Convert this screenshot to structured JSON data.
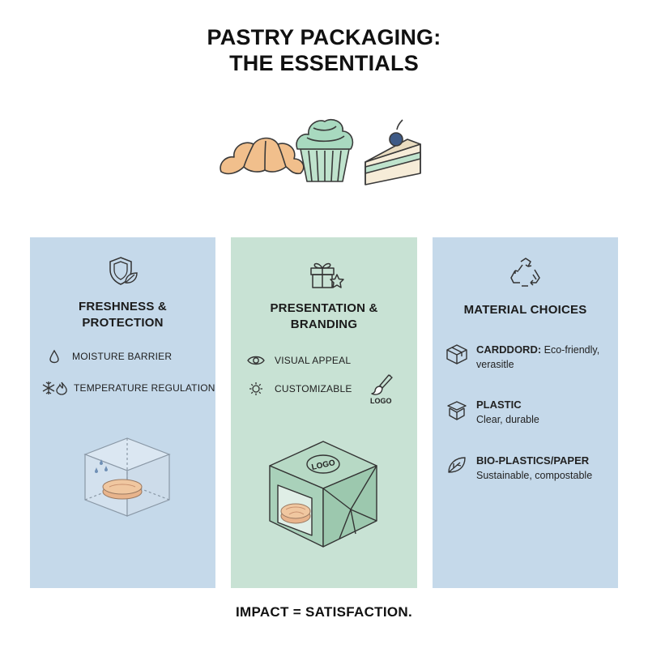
{
  "title": {
    "line1": "PASTRY PACKAGING:",
    "line2": "THE ESSENTIALS"
  },
  "illustration": {
    "icons": [
      "croissant-icon",
      "cupcake-icon",
      "cake-slice-icon"
    ]
  },
  "panels": [
    {
      "icon": "shield-leaf-icon",
      "heading_line1": "FRESHNESS &",
      "heading_line2": "PROTECTION",
      "color": "#c5d9ea",
      "features": [
        {
          "icon": "droplet-icon",
          "label": "MOISTURE BARRIER"
        },
        {
          "icon": "snowflake-flame-icon",
          "label": "TEMPERATURE REGULATION"
        }
      ],
      "illustration": "clear-box-icon"
    },
    {
      "icon": "gift-star-icon",
      "heading_line1": "PRESENTATION &",
      "heading_line2": "BRANDING",
      "color": "#c8e2d4",
      "features": [
        {
          "icon": "eye-icon",
          "label": "VISUAL APPEAL"
        },
        {
          "icon": "sun-gear-icon",
          "label": "CUSTOMIZABLE"
        }
      ],
      "logo_tag": "LOGO",
      "box_logo": "LOGO",
      "illustration": "window-box-icon"
    },
    {
      "icon": "recycle-icon",
      "heading": "MATERIAL CHOICES",
      "color": "#c5d9ea",
      "materials": [
        {
          "icon": "cardboard-box-icon",
          "name": "CARDDORD:",
          "desc": " Eco-friendly, verasitle"
        },
        {
          "icon": "plastic-tub-icon",
          "name": "PLASTIC",
          "desc": "Clear, durable"
        },
        {
          "icon": "leaf-icon",
          "name": "BIO-PLASTICS/PAPER",
          "desc": "Sustainable, compostable"
        }
      ]
    }
  ],
  "footer": "IMPACT = SATISFACTION."
}
